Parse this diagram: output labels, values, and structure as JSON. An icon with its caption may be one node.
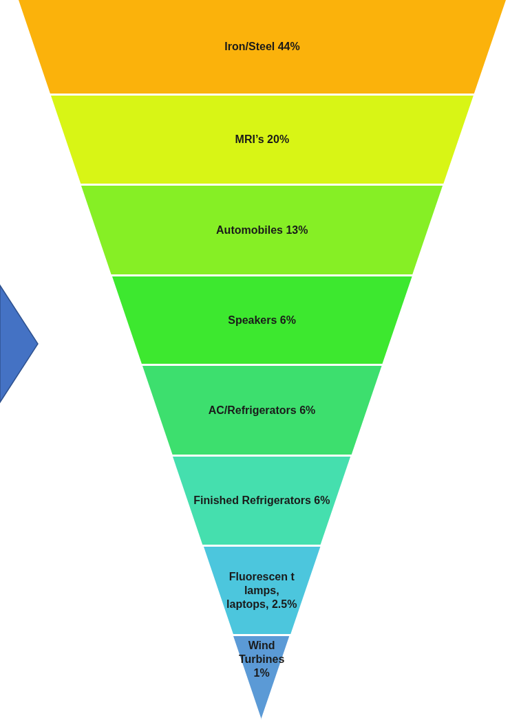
{
  "diagram": {
    "nodes": [
      {
        "text": [
          "Iron/Steel 44%"
        ]
      },
      {
        "text": [
          "MRI’s 20%"
        ]
      },
      {
        "text": [
          "Automobiles 13%"
        ]
      },
      {
        "text": [
          "Speakers 6%"
        ]
      },
      {
        "text": [
          "AC/Refrigerators 6%"
        ]
      },
      {
        "text": [
          "Finished Refrigerators 6%"
        ]
      },
      {
        "text": [
          "Fluorescen t lamps, laptops, 2.5%"
        ]
      },
      {
        "text": [
          "Wind Turbines 1%"
        ]
      }
    ]
  }
}
